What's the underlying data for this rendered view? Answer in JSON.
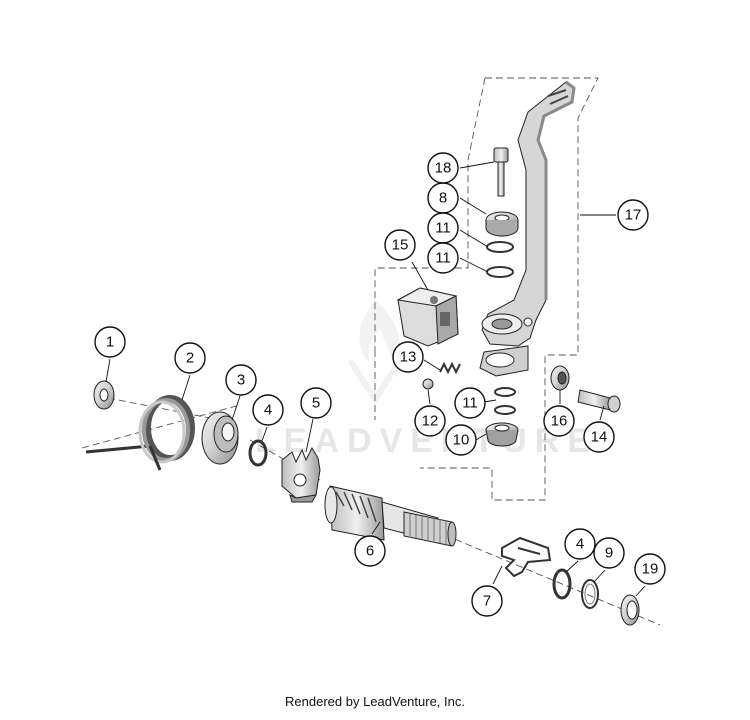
{
  "caption": "Rendered by LeadVenture, Inc.",
  "watermark": "LEADVENTURE",
  "colors": {
    "line": "#111111",
    "part_fill": "#d9d9d9",
    "part_dark": "#9a9a9a",
    "watermark": "#e6e6e6"
  },
  "callouts": [
    "1",
    "2",
    "3",
    "4",
    "5",
    "6",
    "7",
    "4",
    "9",
    "19",
    "8",
    "18",
    "11",
    "11",
    "15",
    "13",
    "12",
    "11",
    "10",
    "16",
    "14",
    "17"
  ]
}
